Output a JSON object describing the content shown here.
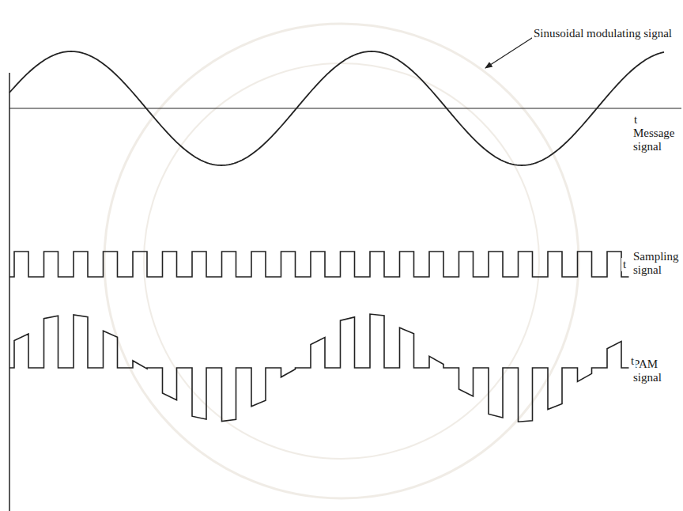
{
  "diagram": {
    "labels": [
      "Sinusoidal modulating signal",
      "t",
      "Message signal",
      "Sampling signal",
      "t",
      "PAM signal",
      "t"
    ]
  }
}
